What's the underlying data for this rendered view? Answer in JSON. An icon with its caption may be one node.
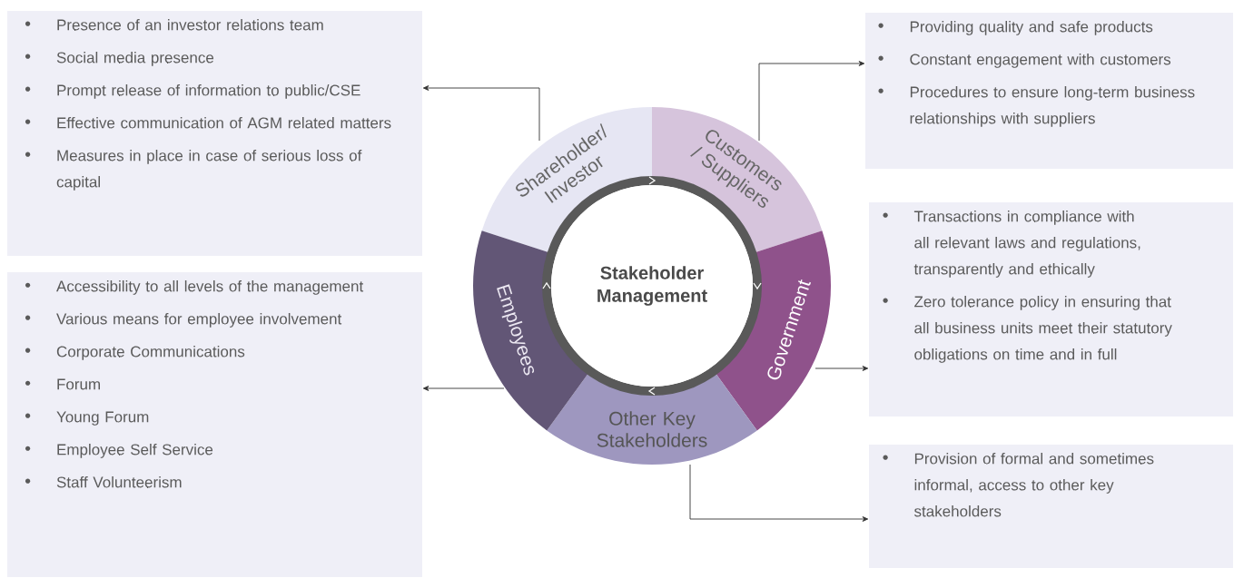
{
  "diagram": {
    "nodes": [
      {
        "text": [
          "Stakeholder Management"
        ]
      },
      {
        "text": [
          "Shareholder/ Investor"
        ]
      },
      {
        "text": [
          "Customers / Suppliers"
        ]
      },
      {
        "text": [
          "Government"
        ]
      },
      {
        "text": [
          "Other Key Stakeholders"
        ]
      },
      {
        "text": [
          "Employees"
        ]
      },
      {
        "text": [
          "Presence of an investor relations team",
          "Social media presence",
          "Prompt release of information to public/CSE",
          "Effective communication of AGM related matters",
          "Measures in place in case of serious loss of capital"
        ]
      },
      {
        "text": [
          "Providing quality and safe products",
          "Constant engagement with customers",
          "Procedures to ensure long-term business relationships with suppliers"
        ]
      },
      {
        "text": [
          "Transactions in compliance with all relevant laws and regulations, transparently and ethically",
          "Zero tolerance policy in ensuring that all business units meet their statutory obligations on time and in full"
        ]
      },
      {
        "text": [
          "Provision of formal and sometimes informal, access to other key stakeholders"
        ]
      },
      {
        "text": [
          "Accessibility to all levels of the management",
          "Various means for employee involvement",
          "Corporate Communications",
          "Forum",
          "Young Forum",
          "Employee Self Service",
          "Staff Volunteerism"
        ]
      }
    ],
    "edges": [
      {
        "from": 1,
        "to": 6,
        "arrow": "to"
      },
      {
        "from": 2,
        "to": 7,
        "arrow": "to"
      },
      {
        "from": 3,
        "to": 8,
        "arrow": "to"
      },
      {
        "from": 4,
        "to": 9,
        "arrow": "to"
      },
      {
        "from": 5,
        "to": 10,
        "arrow": "to"
      }
    ]
  }
}
